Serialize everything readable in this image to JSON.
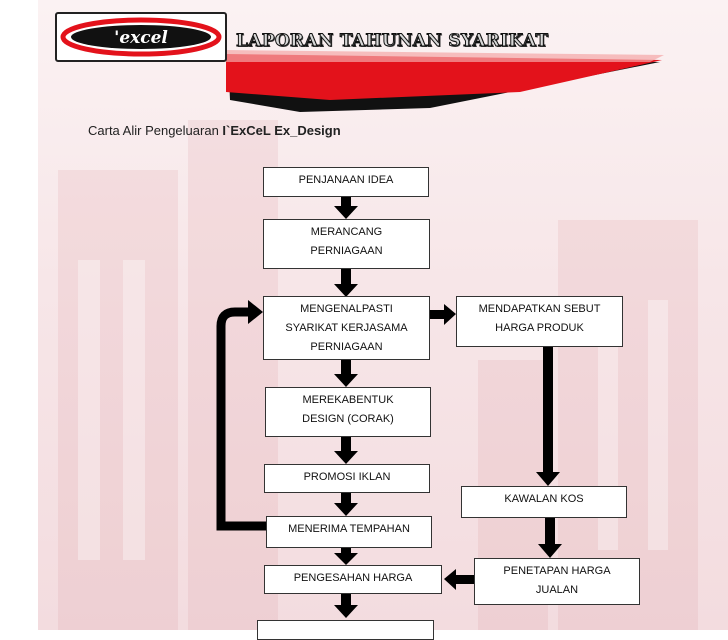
{
  "header": {
    "logo_text": "'excel",
    "report_title": "LAPORAN TAHUNAN SYARIKAT"
  },
  "heading": {
    "prefix": "Carta Alir Pengeluaran ",
    "company": "I`ExCeL Ex_Design"
  },
  "flowchart": {
    "nodes": {
      "penjanaan_idea": [
        "PENJANAAN IDEA"
      ],
      "merancang": [
        "MERANCANG",
        "PERNIAGAAN"
      ],
      "mengenalpasti": [
        "MENGENALPASTI",
        "SYARIKAT KERJASAMA",
        "PERNIAGAAN"
      ],
      "mendapatkan": [
        "MENDAPATKAN SEBUT",
        "HARGA PRODUK"
      ],
      "merekabentuk": [
        "MEREKABENTUK",
        "DESIGN (CORAK)"
      ],
      "promosi": [
        "PROMOSI IKLAN"
      ],
      "kawalan_kos": [
        "KAWALAN KOS"
      ],
      "menerima": [
        "MENERIMA TEMPAHAN"
      ],
      "pengesahan": [
        "PENGESAHAN HARGA"
      ],
      "penetapan": [
        "PENETAPAN HARGA",
        "JUALAN"
      ]
    }
  },
  "colors": {
    "brand_red": "#e3121b",
    "arrow": "#000000",
    "box_border": "#333333"
  }
}
